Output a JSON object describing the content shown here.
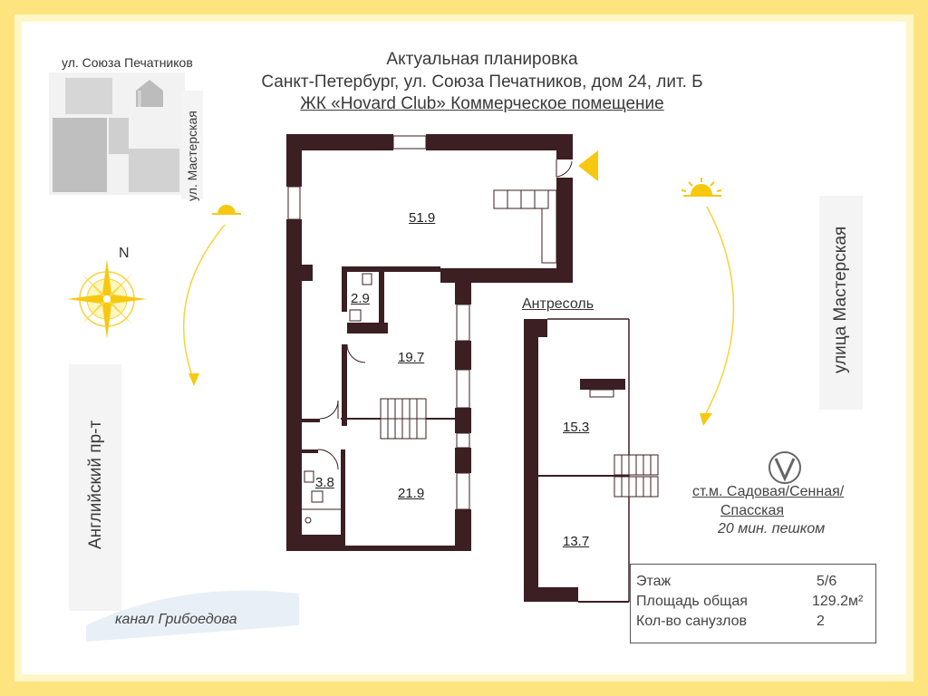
{
  "header": {
    "line1": "Актуальная планировка",
    "line2": "Санкт-Петербург, ул. Союза Печатников, дом 24, лит. Б",
    "line3": "ЖК «Hovard Club» Коммерческое помещение"
  },
  "map": {
    "street_top": "ул. Союза Печатников",
    "street_side": "ул. Мастерская"
  },
  "compass": {
    "north": "N"
  },
  "streets": {
    "left": "Английский пр-т",
    "right": "улица Мастерская",
    "bottom": "канал Грибоедова"
  },
  "rooms": {
    "r1": "51.9",
    "r2": "2.9",
    "r3": "19.7",
    "r4": "3.8",
    "r5": "21.9",
    "r6": "15.3",
    "r7": "13.7"
  },
  "mezzanine": {
    "label": "Антресоль"
  },
  "metro": {
    "line1": "ст.м. Садовая/Сенная/",
    "line2": "Спасская",
    "walk": "20 мин. пешком"
  },
  "info": {
    "floor_label": "Этаж",
    "floor_value": "5/6",
    "area_label": "Площадь общая",
    "area_value": "129.2м²",
    "baths_label": "Кол-во санузлов",
    "baths_value": "2"
  },
  "colors": {
    "frame": "#fde47f",
    "frame_inner": "#fff0b0",
    "wall": "#3b1f22",
    "sun": "#f6c810",
    "text": "#3a3a3a"
  }
}
